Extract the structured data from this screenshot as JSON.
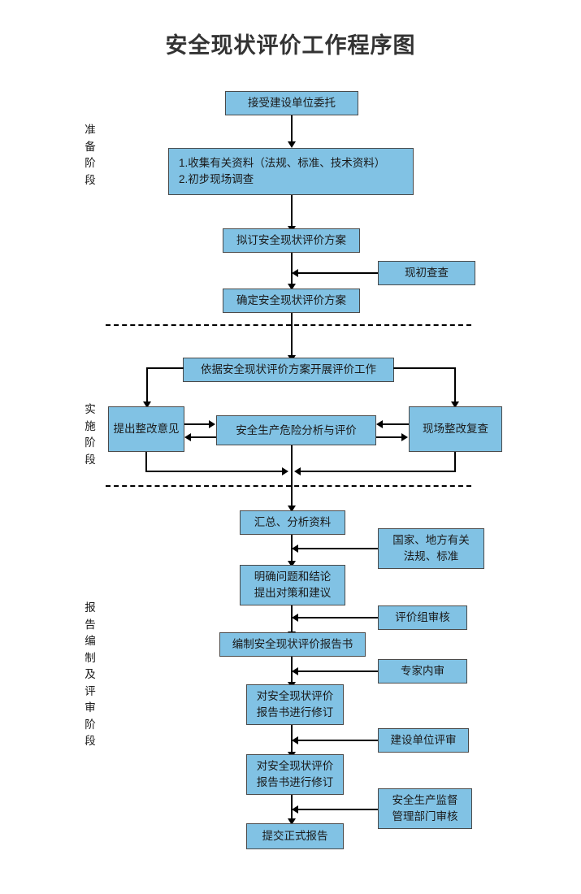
{
  "title": "安全现状评价工作程序图",
  "colors": {
    "node_fill": "#81C2E4",
    "node_border": "#4a4a4a",
    "line": "#000000",
    "title_text": "#333333",
    "page_background": "#ffffff"
  },
  "stages": [
    {
      "id": "preparation",
      "label": "准备阶段"
    },
    {
      "id": "implementation",
      "label": "实施阶段"
    },
    {
      "id": "reporting",
      "label": "报告编制及评审阶段"
    }
  ],
  "nodes": {
    "accept_commission": "接受建设单位委托",
    "collect_data": "1.收集有关资料（法规、标准、技术资料）\n2.初步现场调查",
    "draft_plan": "拟订安全现状评价方案",
    "preliminary_survey": "现初查查",
    "confirm_plan": "确定安全现状评价方案",
    "carry_out_evaluation": "依据安全现状评价方案开展评价工作",
    "rectification_opinion": "提出整改意见",
    "hazard_analysis": "安全生产危险分析与评价",
    "onsite_recheck": "现场整改复查",
    "summarize_data": "汇总、分析资料",
    "national_local_regs": "国家、地方有关\n法规、标准",
    "clarify_conclusions": "明确问题和结论\n提出对策和建议",
    "review_group": "评价组审核",
    "compile_report": "编制安全现状评价报告书",
    "expert_internal_review": "专家内审",
    "revise_report_1": "对安全现状评价\n报告书进行修订",
    "owner_review": "建设单位评审",
    "revise_report_2": "对安全现状评价\n报告书进行修订",
    "supervision_review": "安全生产监督\n管理部门审核",
    "submit_final_report": "提交正式报告"
  },
  "chart_data": {
    "type": "diagram",
    "title": "安全现状评价工作程序图",
    "diagram_kind": "flowchart",
    "flow_direction": "top-to-bottom",
    "swimlanes": [
      "准备阶段",
      "实施阶段",
      "报告编制及评审阶段"
    ],
    "main_sequence": [
      "接受建设单位委托",
      "1.收集有关资料（法规、标准、技术资料） 2.初步现场调查",
      "拟订安全现状评价方案",
      "确定安全现状评价方案",
      "依据安全现状评价方案开展评价工作",
      "安全生产危险分析与评价",
      "汇总、分析资料",
      "明确问题和结论 提出对策和建议",
      "编制安全现状评价报告书",
      "对安全现状评价报告书进行修订",
      "对安全现状评价报告书进行修订",
      "提交正式报告"
    ],
    "side_inputs": [
      {
        "from": "现初查查",
        "to": "确定安全现状评价方案"
      },
      {
        "from": "国家、地方有关法规、标准",
        "to": "明确问题和结论 提出对策和建议"
      },
      {
        "from": "评价组审核",
        "to": "编制安全现状评价报告书"
      },
      {
        "from": "专家内审",
        "to": "对安全现状评价报告书进行修订"
      },
      {
        "from": "建设单位评审",
        "to": "对安全现状评价报告书进行修订"
      },
      {
        "from": "安全生产监督管理部门审核",
        "to": "提交正式报告"
      }
    ],
    "bidirectional_pairs": [
      {
        "a": "提出整改意见",
        "b": "安全生产危险分析与评价"
      },
      {
        "a": "现场整改复查",
        "b": "安全生产危险分析与评价"
      }
    ],
    "branch_node": "依据安全现状评价方案开展评价工作",
    "branch_targets": [
      "提出整改意见",
      "现场整改复查"
    ],
    "dashed_separator_count": 2
  }
}
